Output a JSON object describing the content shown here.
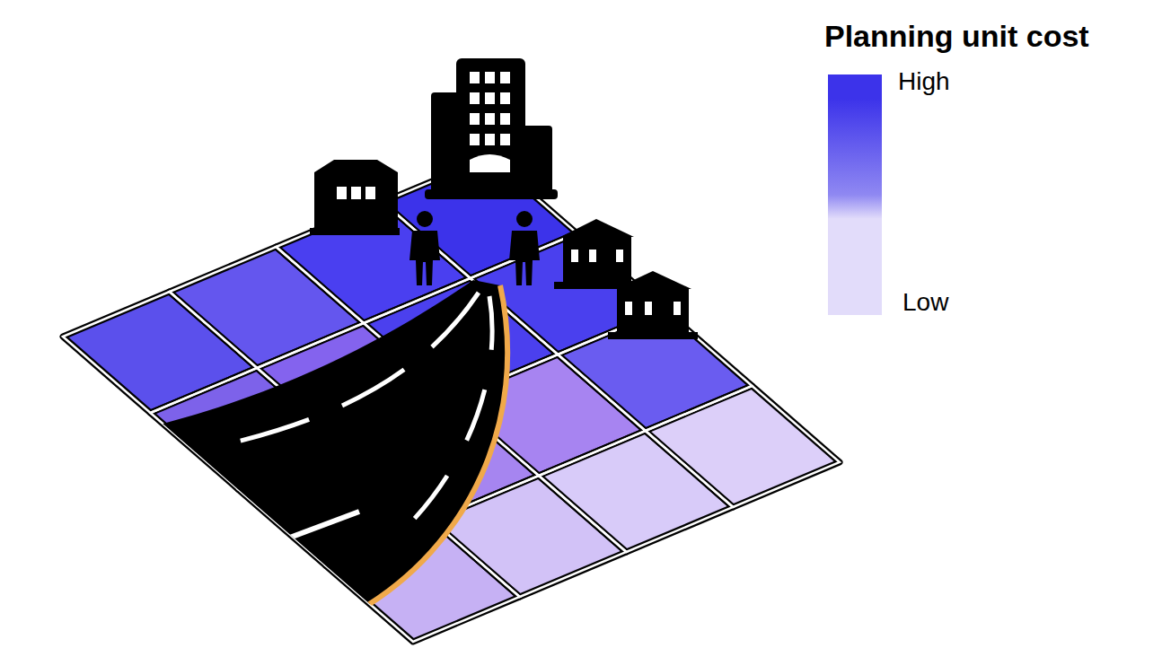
{
  "diagram": {
    "title": "Planning unit cost",
    "legend": [
      {
        "text": "High",
        "color": "#3c33ea"
      },
      {
        "text": "Low",
        "color": "#e2dcfa"
      }
    ]
  }
}
